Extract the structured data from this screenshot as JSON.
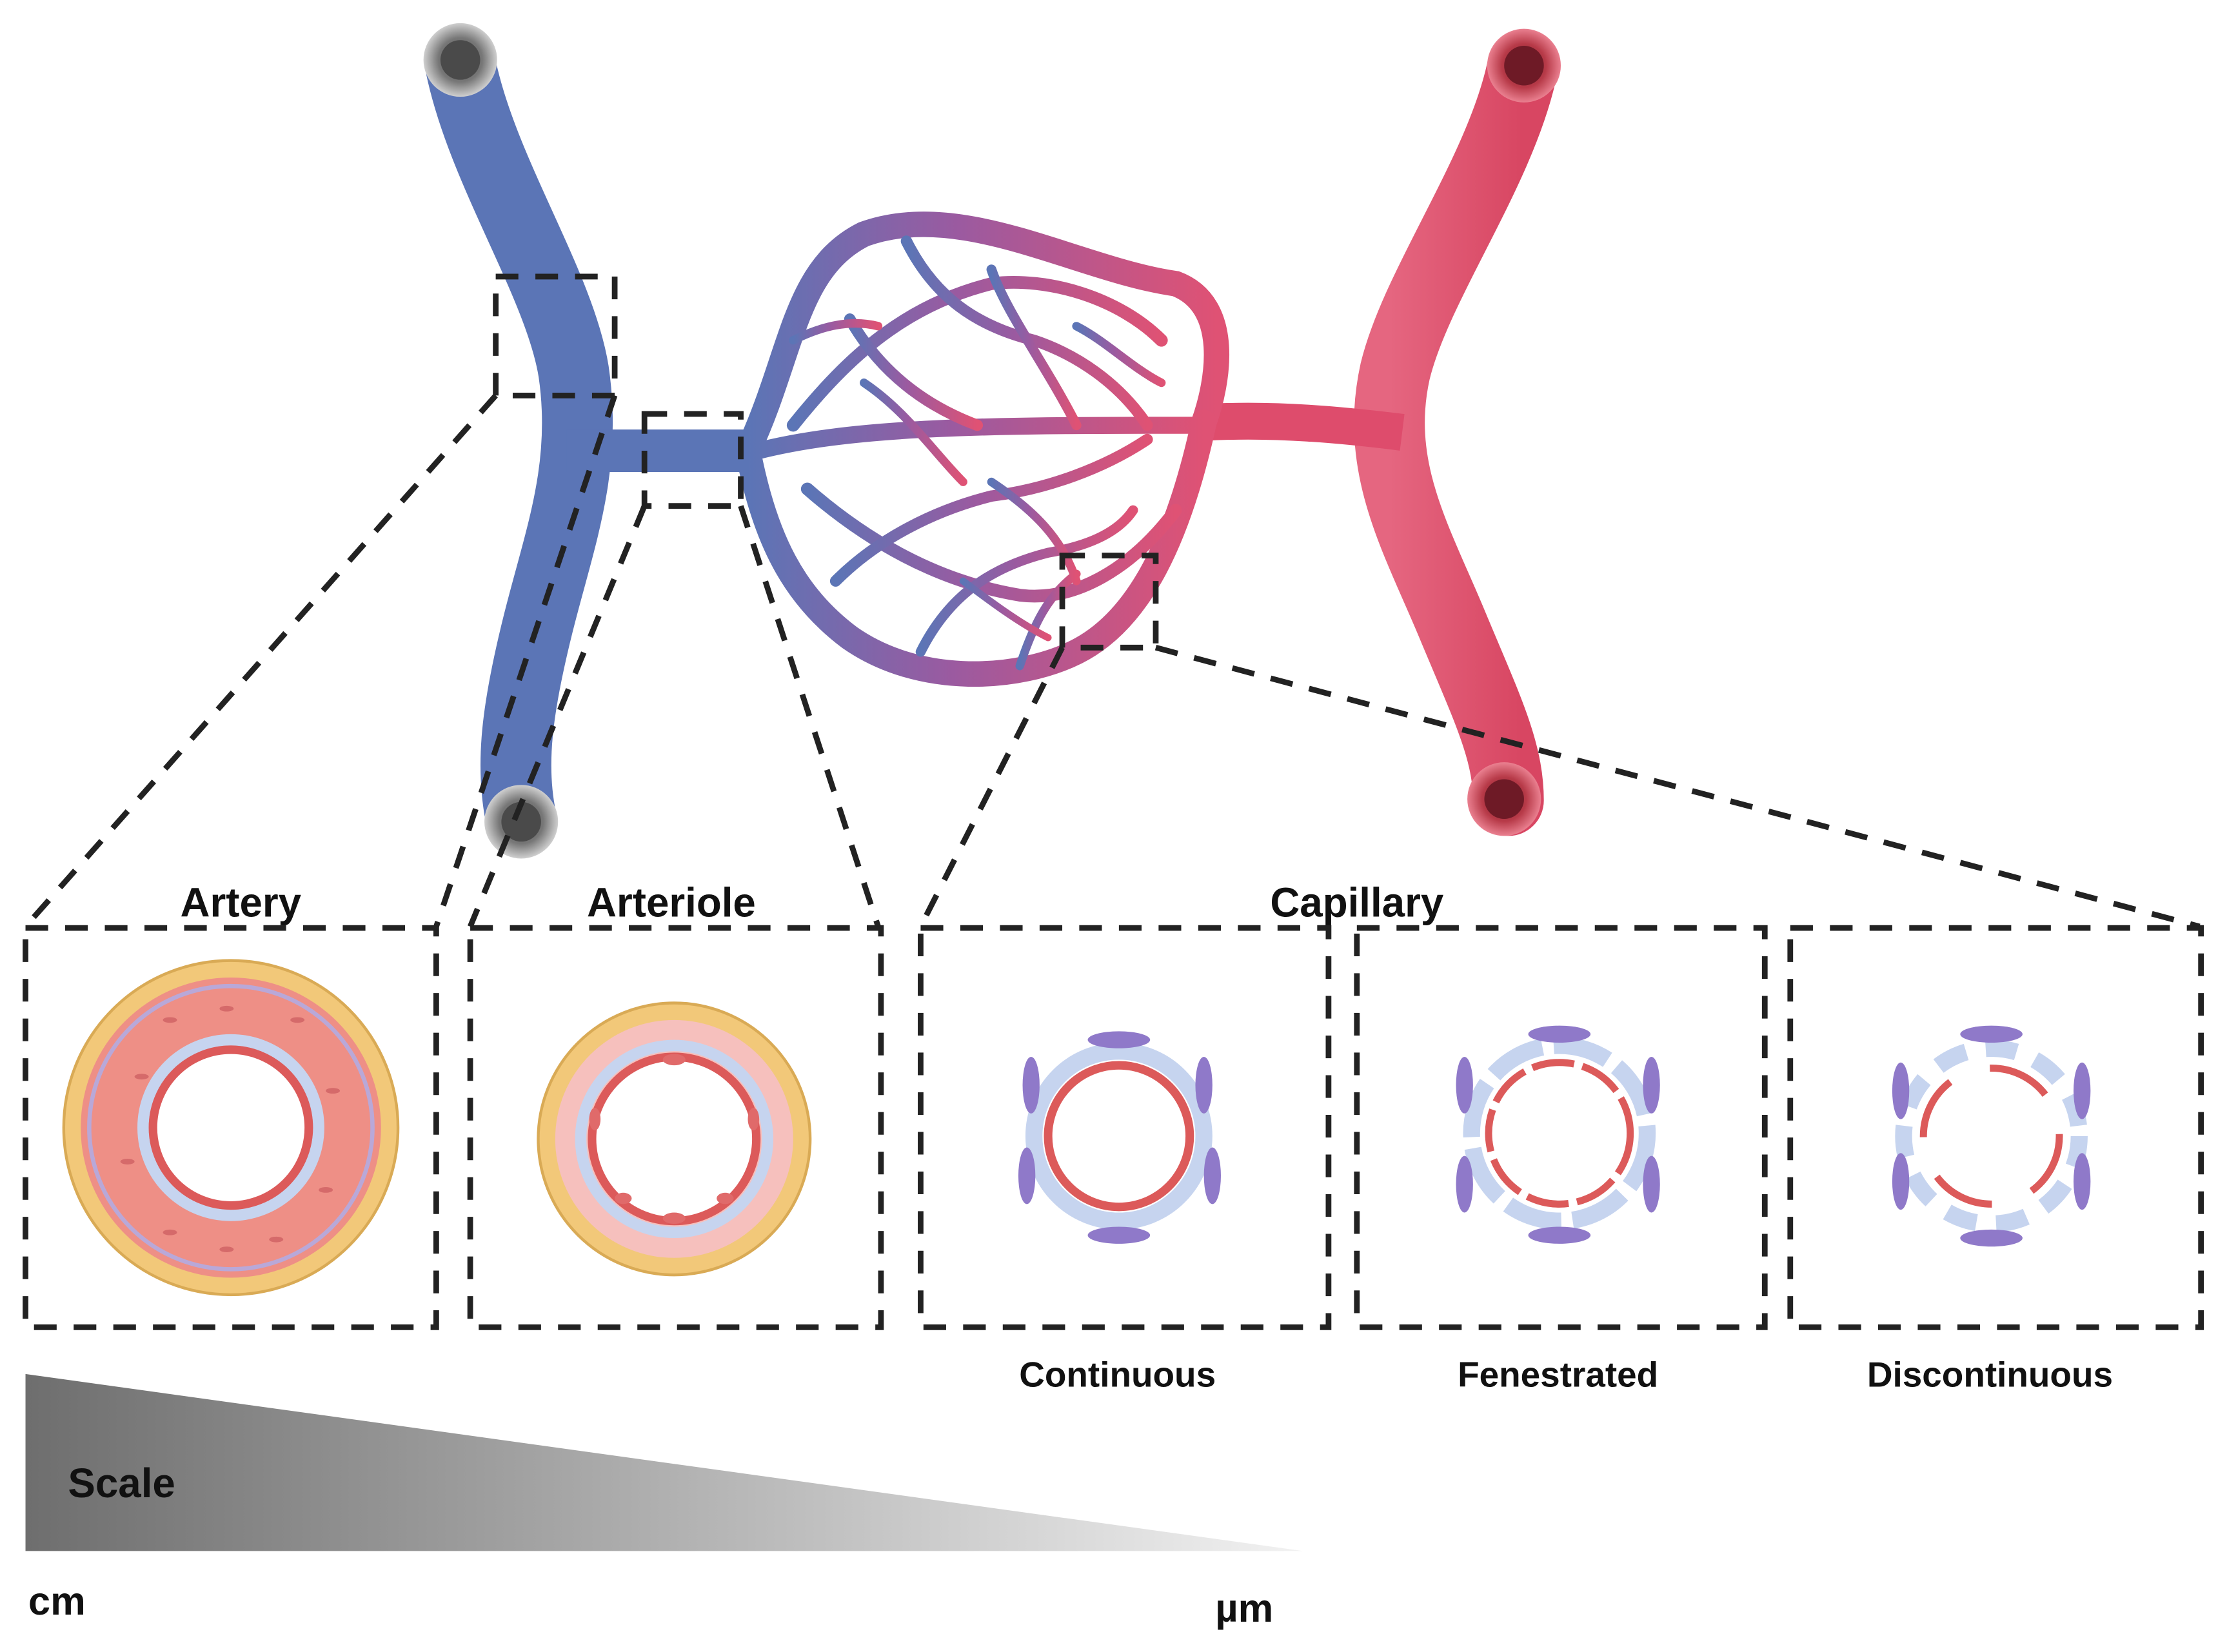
{
  "labels": {
    "artery": "Artery",
    "arteriole": "Arteriole",
    "capillary": "Capillary",
    "continuous": "Continuous",
    "fenestrated": "Fenestrated",
    "discontinuous": "Discontinuous"
  },
  "scale": {
    "title": "Scale",
    "left_unit": "cm",
    "right_unit": "µm"
  },
  "colors": {
    "vein_blue": "#5b75b6",
    "artery_red": "#e0506c",
    "capillary_mid": "#9b5aa0",
    "wall_outer": "#f2c879",
    "smooth_muscle": "#ee8f86",
    "endothelium": "#dc5a5a",
    "basement": "#c6d4ef",
    "pericyte": "#8f79c9",
    "scale_dark": "#6e6e6e",
    "scale_light": "#f2f2f2"
  }
}
